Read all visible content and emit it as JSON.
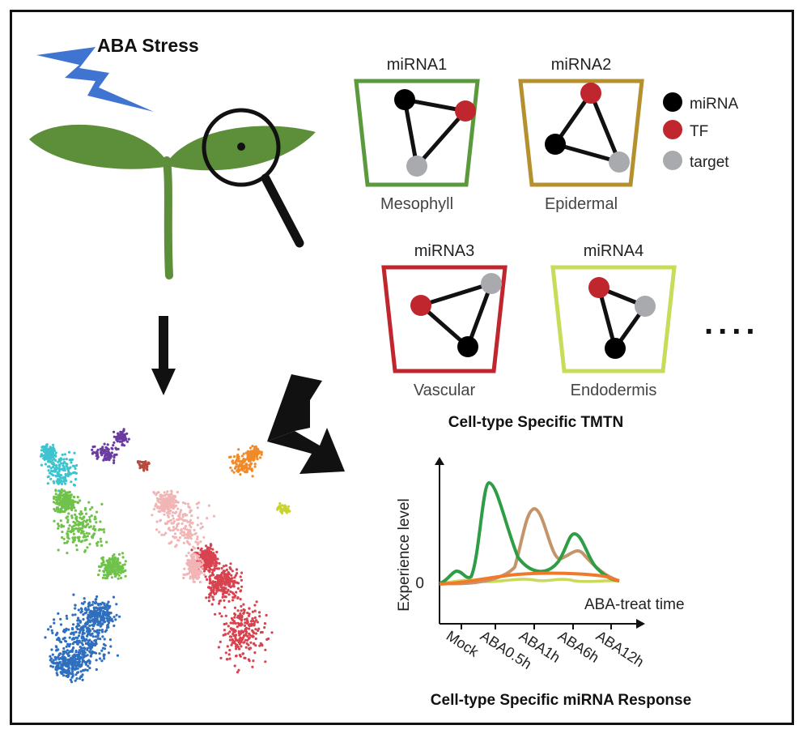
{
  "stress_title": "ABA Stress",
  "tmtn": {
    "caption": "Cell-type Specific TMTN",
    "networks": [
      {
        "mirna": "miRNA1",
        "cell_type": "Mesophyll",
        "color": "#5b9a3c"
      },
      {
        "mirna": "miRNA2",
        "cell_type": "Epidermal",
        "color": "#b5902f"
      },
      {
        "mirna": "miRNA3",
        "cell_type": "Vascular",
        "color": "#c0262d"
      },
      {
        "mirna": "miRNA4",
        "cell_type": "Endodermis",
        "color": "#c8dc5a"
      }
    ],
    "legend": [
      {
        "label": "miRNA",
        "color": "#000000"
      },
      {
        "label": "TF",
        "color": "#c0262d"
      },
      {
        "label": "target",
        "color": "#a8aaad"
      }
    ],
    "ellipsis": "...."
  },
  "response": {
    "caption": "Cell-type Specific miRNA Response",
    "ylabel": "Experience level",
    "xlabel": "ABA-treat time",
    "zero_label": "0",
    "ticks": [
      "Mock",
      "ABA0.5h",
      "ABA1h",
      "ABA6h",
      "ABA12h"
    ]
  },
  "colors": {
    "leaf": "#5d8f3b",
    "lightning": "#3f74d0",
    "curve_green": "#2e9d46",
    "curve_tan": "#c4956a",
    "curve_orange": "#f07a2a",
    "curve_yellow": "#c9d95a"
  }
}
